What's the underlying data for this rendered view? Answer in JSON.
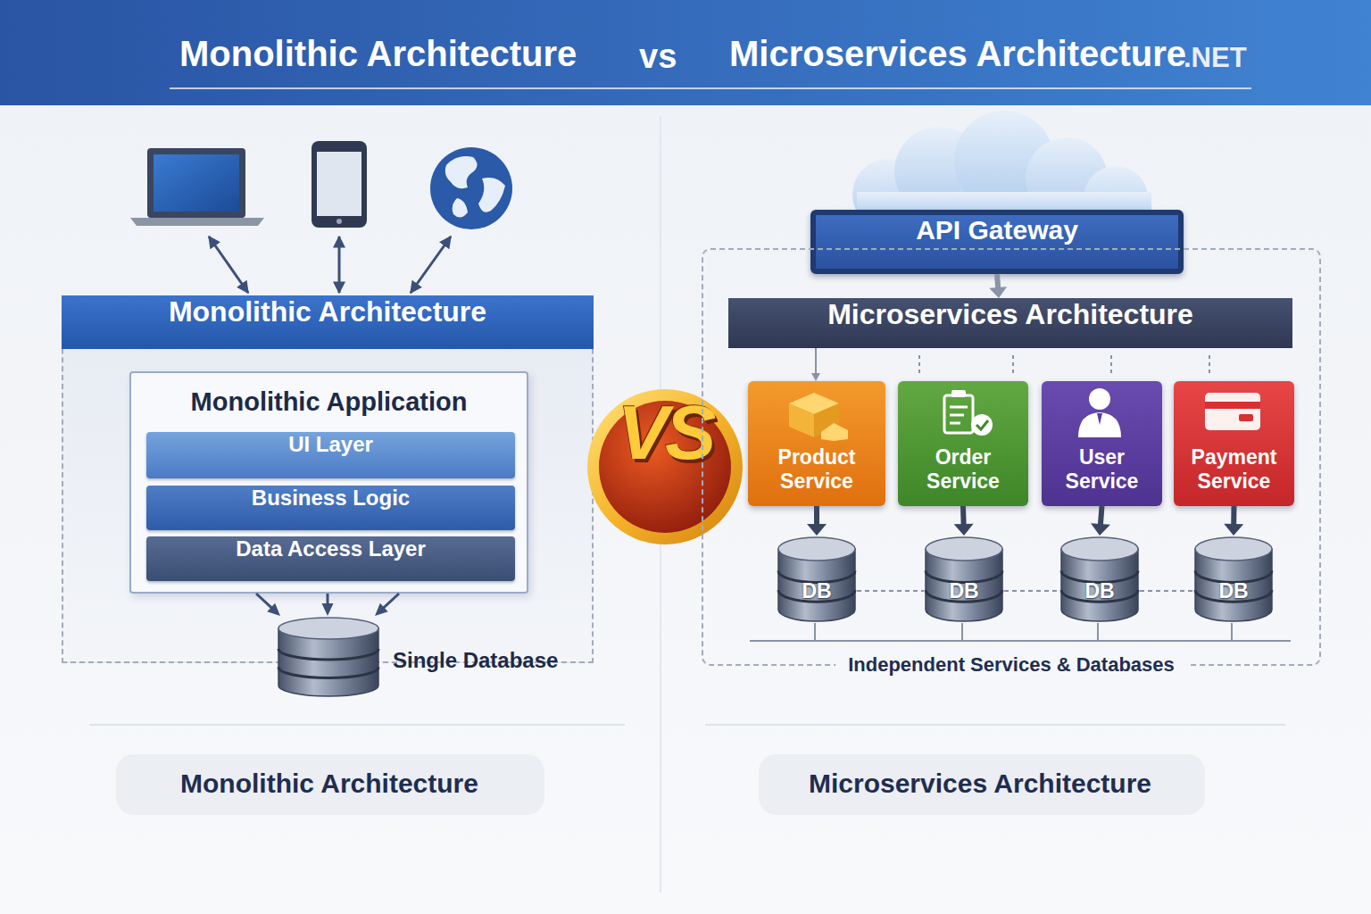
{
  "diagram": {
    "title": "Monolithic Architecture",
    "nodes": [
      {
        "text": [
          "Monolithic Architecture"
        ]
      },
      {
        "text": [
          "Monolithic Application"
        ],
        "in": 0
      },
      {
        "text": [
          "UI Layer"
        ],
        "in": 1
      },
      {
        "text": [
          "Business Logic"
        ],
        "in": 1
      },
      {
        "text": [
          "Data Access Layer"
        ],
        "in": 1
      },
      {
        "text": [
          "Single Database"
        ],
        "in": 0
      },
      {
        "text": [
          "VS"
        ]
      },
      {
        "text": [
          "API Gateway"
        ]
      },
      {
        "text": [
          "Independent Services & Databases"
        ]
      },
      {
        "text": [
          "Microservices Architecture"
        ],
        "in": 8
      },
      {
        "text": [
          "Product Service"
        ],
        "in": 8
      },
      {
        "text": [
          "Order Service"
        ],
        "in": 8
      },
      {
        "text": [
          "User Service"
        ],
        "in": 8
      },
      {
        "text": [
          "Payment Service"
        ],
        "in": 8
      },
      {
        "text": [
          "DB"
        ],
        "in": 8
      },
      {
        "text": [
          "DB"
        ],
        "in": 8
      },
      {
        "text": [
          "DB"
        ],
        "in": 8
      },
      {
        "text": [
          "DB"
        ],
        "in": 8
      }
    ],
    "edges": [
      {
        "from": 1,
        "to": 5,
        "arrow": "to"
      },
      {
        "from": 1,
        "to": 5,
        "arrow": "to"
      },
      {
        "from": 1,
        "to": 5,
        "arrow": "to"
      },
      {
        "from": 7,
        "to": 9,
        "arrow": "to"
      },
      {
        "from": 9,
        "to": 10,
        "arrow": "to"
      },
      {
        "from": 10,
        "to": 14,
        "arrow": "to"
      },
      {
        "from": 11,
        "to": 15,
        "arrow": "to"
      },
      {
        "from": 12,
        "to": 16,
        "arrow": "to"
      },
      {
        "from": 13,
        "to": 17,
        "arrow": "to"
      },
      {
        "from": 14,
        "to": 15,
        "arrow": "none"
      },
      {
        "from": 15,
        "to": 16,
        "arrow": "none"
      },
      {
        "from": 16,
        "to": 17,
        "arrow": "none"
      }
    ],
    "labels": [
      "vs",
      "Microservices Architecture",
      ".NET",
      "Monolithic Architecture",
      "Microservices Architecture"
    ]
  }
}
